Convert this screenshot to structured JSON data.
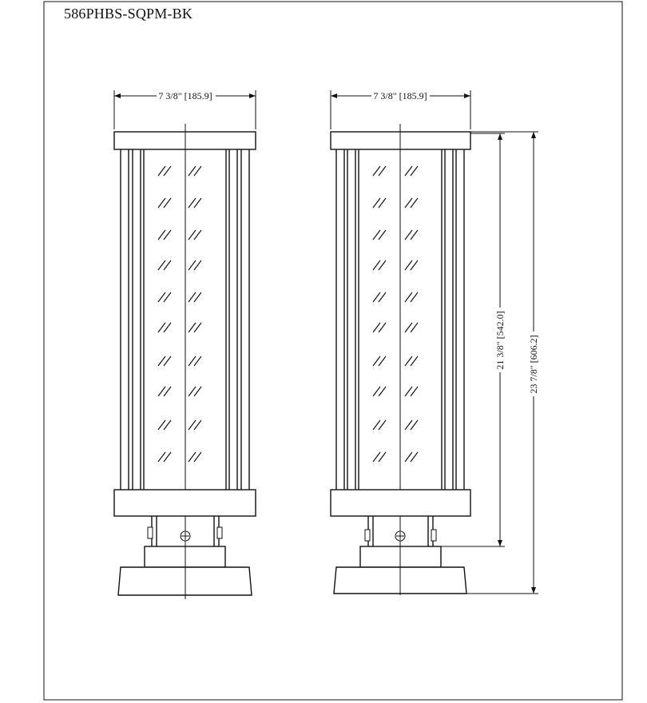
{
  "model_number": "586PHBS-SQPM-BK",
  "front_view": {
    "width_label": "7 3/8\" [185.9]"
  },
  "side_view": {
    "width_label": "7 3/8\" [185.9]",
    "body_height_label": "21 3/8\" [542.0]",
    "overall_height_label": "23 7/8\" [606.2]"
  },
  "colors": {
    "line": "#111111",
    "paper": "#ffffff"
  }
}
